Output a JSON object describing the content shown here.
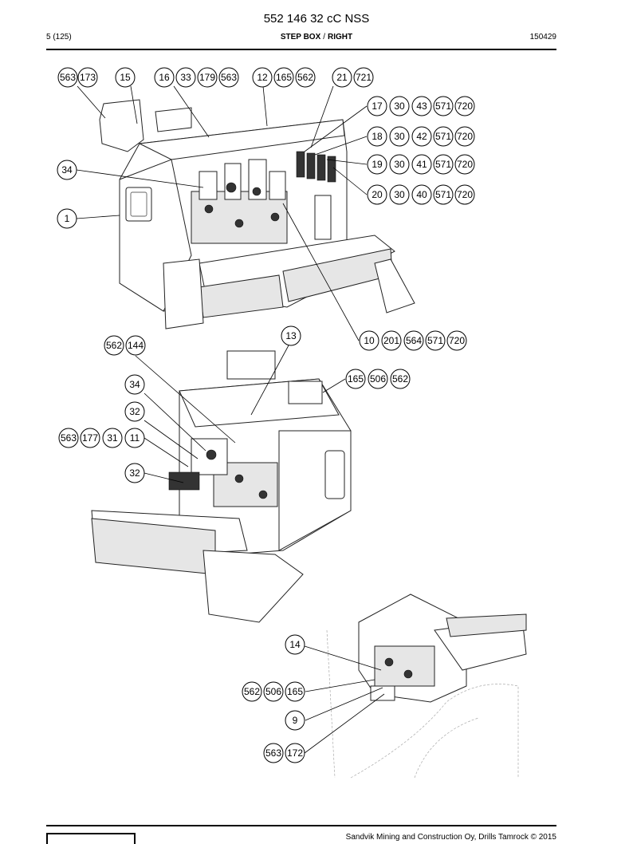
{
  "header": {
    "doc_number": "552 146 32 cC NSS",
    "page": "5 (125)",
    "section_left": "STEP BOX",
    "section_sep": "/",
    "section_right": "RIGHT",
    "date": "150429"
  },
  "footer": {
    "copyright": "Sandvik Mining and Construction Oy, Drills Tamrock © 2015"
  },
  "callouts": [
    [
      "563",
      "173"
    ],
    [
      "15"
    ],
    [
      "16",
      "33",
      "179",
      "563"
    ],
    [
      "12",
      "165",
      "562"
    ],
    [
      "21",
      "721"
    ],
    [
      "17",
      "30",
      "43",
      "571",
      "720"
    ],
    [
      "18",
      "30",
      "42",
      "571",
      "720"
    ],
    [
      "19",
      "30",
      "41",
      "571",
      "720"
    ],
    [
      "20",
      "30",
      "40",
      "571",
      "720"
    ],
    [
      "34"
    ],
    [
      "1"
    ],
    [
      "13"
    ],
    [
      "10",
      "201",
      "564",
      "571",
      "720"
    ],
    [
      "562",
      "144"
    ],
    [
      "165",
      "506",
      "562"
    ],
    [
      "34"
    ],
    [
      "32"
    ],
    [
      "563",
      "177",
      "31",
      "11"
    ],
    [
      "32"
    ],
    [
      "14"
    ],
    [
      "562",
      "506",
      "165"
    ],
    [
      "9"
    ],
    [
      "563",
      "172"
    ]
  ]
}
